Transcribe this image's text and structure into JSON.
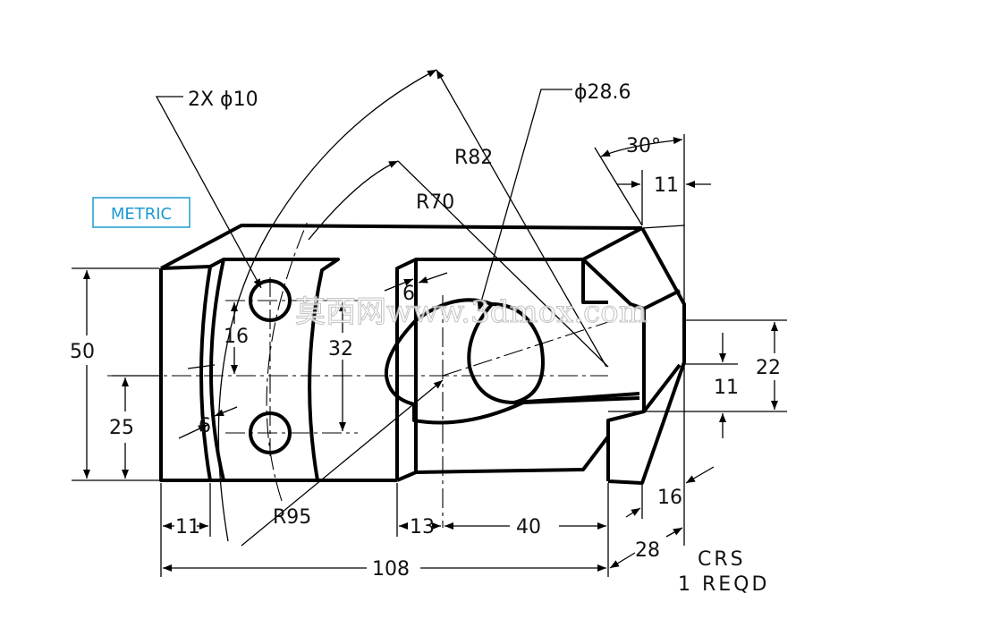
{
  "labels": {
    "holes": "2X ϕ10",
    "bore": "ϕ28.6",
    "r82": "R82",
    "r70": "R70",
    "r95": "R95",
    "angle": "30°",
    "d11_top": "11",
    "d50": "50",
    "d25": "25",
    "d16_left": "16",
    "d32": "32",
    "d6_upper": "6",
    "d6_lower": "6",
    "d22": "22",
    "d11_right": "11",
    "d16_bottom": "16",
    "d28": "28",
    "d11_bottom": "11",
    "d13": "13",
    "d40": "40",
    "d108": "108"
  },
  "notes": {
    "metric": "METRIC",
    "material": "CRS",
    "quantity": "1 REQD"
  },
  "watermark": "莫西网www.3dmox.com",
  "colors": {
    "line": "#000000",
    "metric": "#1c9bd1"
  }
}
